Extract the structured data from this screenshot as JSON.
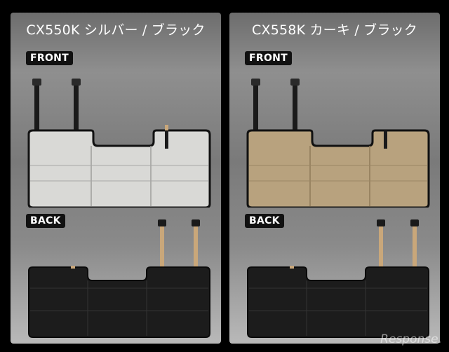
{
  "products": [
    {
      "title": "CX550K シルバー / ブラック",
      "front_label": "FRONT",
      "back_label": "BACK",
      "front_color": "#d9d9d6",
      "front_shade": "#b9b9b6",
      "back_color": "#1c1c1c",
      "strap_color": "#c9a77a"
    },
    {
      "title": "CX558K カーキ / ブラック",
      "front_label": "FRONT",
      "back_label": "BACK",
      "front_color": "#b8a27e",
      "front_shade": "#9a8462",
      "back_color": "#1c1c1c",
      "strap_color": "#c9a77a"
    }
  ],
  "watermark": "Response."
}
